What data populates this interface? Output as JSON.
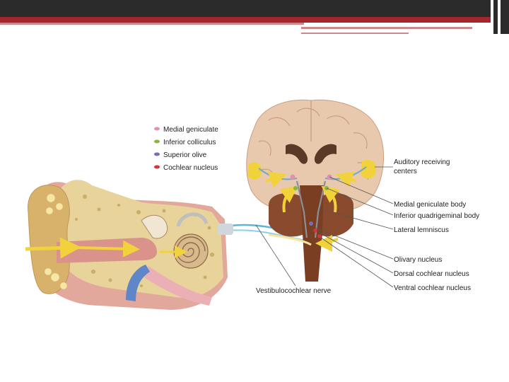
{
  "legend": [
    {
      "label": "Medial geniculate",
      "color": "#e58fb3"
    },
    {
      "label": "Inferior colliculus",
      "color": "#86b83a"
    },
    {
      "label": "Superior olive",
      "color": "#7b6bb0"
    },
    {
      "label": "Cochlear nucleus",
      "color": "#d8323a"
    }
  ],
  "labels": {
    "auditory_1": "Auditory receiving",
    "auditory_2": "centers",
    "medial_geniculate_body": "Medial geniculate body",
    "inferior_quadrigeminal_body": "Inferior quadrigeminal body",
    "lateral_lemniscus": "Lateral lemniscus",
    "olivary_nucleus": "Olivary nucleus",
    "dorsal_cochlear_nucleus": "Dorsal cochlear nucleus",
    "ventral_cochlear_nucleus": "Ventral cochlear nucleus",
    "vestibulocochlear_nerve": "Vestibulocochlear nerve"
  },
  "colors": {
    "brain": "#e9c9ad",
    "cerebellum": "#8a4a2e",
    "brainstem": "#7a3e22",
    "arrow": "#f2d23a",
    "bone": "#e8d39a",
    "skin": "#e3a89c",
    "vein": "#5f86c6",
    "nerve": "#5ab7d6",
    "title_bar": "#2b2b2b",
    "accent": "#a4262c"
  }
}
